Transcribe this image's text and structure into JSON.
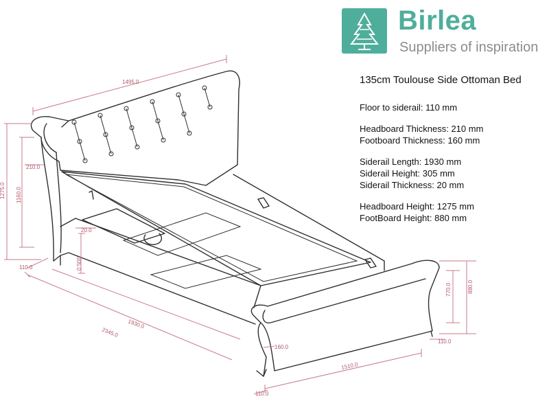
{
  "brand": {
    "logo_icon": "christmas-tree-icon",
    "name": "Birlea",
    "tagline": "Suppliers of inspiration",
    "color": "#4fae9b"
  },
  "product": {
    "title": "135cm Toulouse Side Ottoman Bed",
    "spec_groups": [
      [
        "Floor to siderail: 110 mm"
      ],
      [
        "Headboard Thickness: 210 mm",
        "Footboard Thickness: 160 mm"
      ],
      [
        "Siderail Length: 1930 mm",
        "Siderail Height: 305 mm",
        "Siderail Thickness: 20 mm"
      ],
      [
        "Headboard Height: 1275 mm",
        "FootBoard Height: 880 mm"
      ]
    ]
  },
  "dimension_labels": {
    "headboard_width": "1495.0",
    "headboard_thickness": "210.0",
    "headboard_height": "1275.0",
    "headboard_inner_height": "1160.0",
    "floor_to_siderail": "110.0",
    "siderail_thickness": "20.0",
    "siderail_height": "305.0",
    "siderail_length": "1930.0",
    "overall_length": "2345.0",
    "footboard_thickness": "160.0",
    "foot_width": "1510.0",
    "foot_floor": "110.0",
    "footboard_inner_height": "770.0",
    "footboard_height": "880.0",
    "foot_leg": "110.0"
  },
  "colors": {
    "dimension": "#b0566a",
    "outline": "#2e2e2e"
  }
}
